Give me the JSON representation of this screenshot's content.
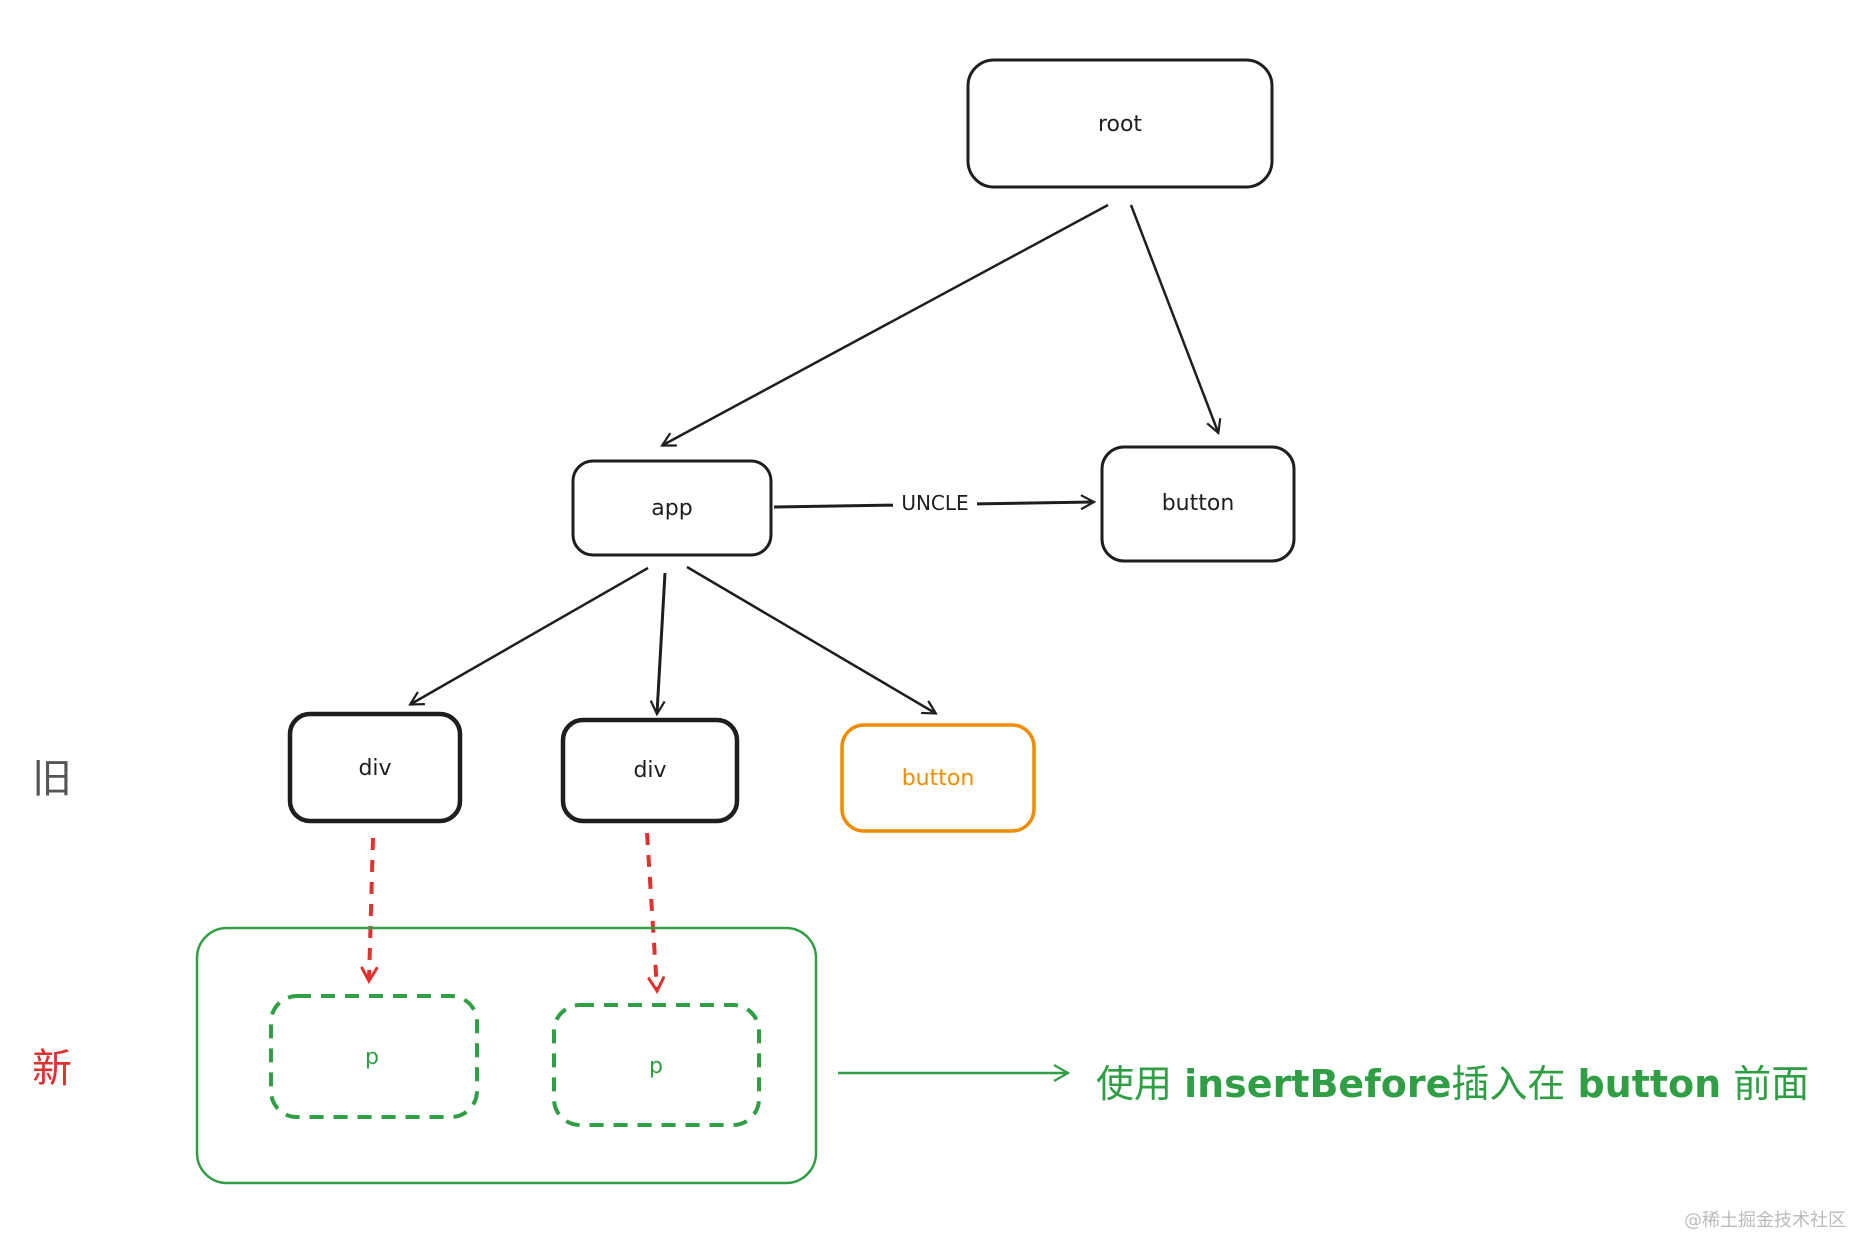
{
  "nodes": {
    "root": "root",
    "app": "app",
    "button_uncle": "button",
    "div1": "div",
    "div2": "div",
    "button_old": "button",
    "p1": "p",
    "p2": "p"
  },
  "edge_labels": {
    "uncle": "UNCLE"
  },
  "side_labels": {
    "old": "旧",
    "new": "新"
  },
  "note": {
    "prefix": "使用 ",
    "code1": "insertBefore",
    "middle": "插入在 ",
    "code2": "button",
    "suffix": " 前面"
  },
  "watermark": "@稀土掘金技术社区",
  "colors": {
    "stroke": "#1e1e1e",
    "highlight": "#f08c00",
    "new_green": "#2f9e44",
    "insert_red": "#e03131",
    "old_label": "#555555",
    "new_label": "#e03131",
    "watermark": "#bbbbbb"
  }
}
